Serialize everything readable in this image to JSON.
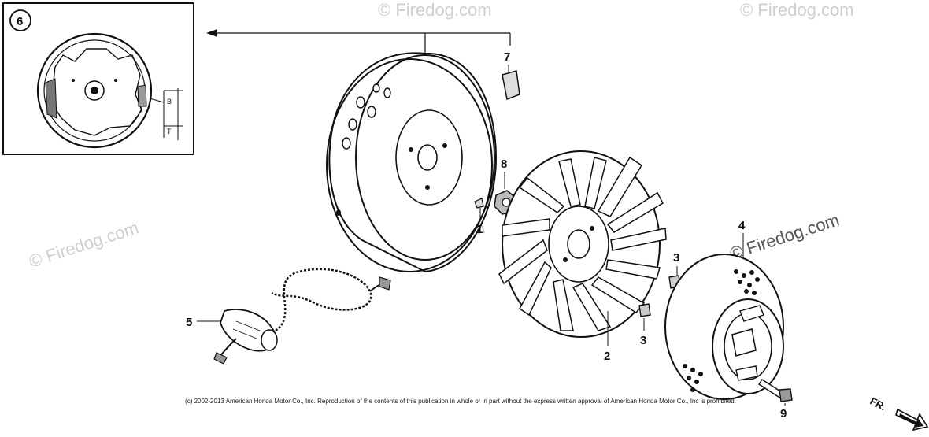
{
  "diagram": {
    "part_numbers": {
      "p1": "1",
      "p2": "2",
      "p3a": "3",
      "p3b": "3",
      "p4": "4",
      "p5": "5",
      "p6": "6",
      "p7": "7",
      "p8": "8",
      "p9": "9"
    },
    "watermark": "© Firedog.com",
    "copyright": "(c) 2002-2013 American Honda Motor Co., Inc. Reproduction of the contents of this publication in whole or in part without the express written approval of American Honda Motor Co., Inc is prohibited.",
    "direction_label": "FR."
  }
}
